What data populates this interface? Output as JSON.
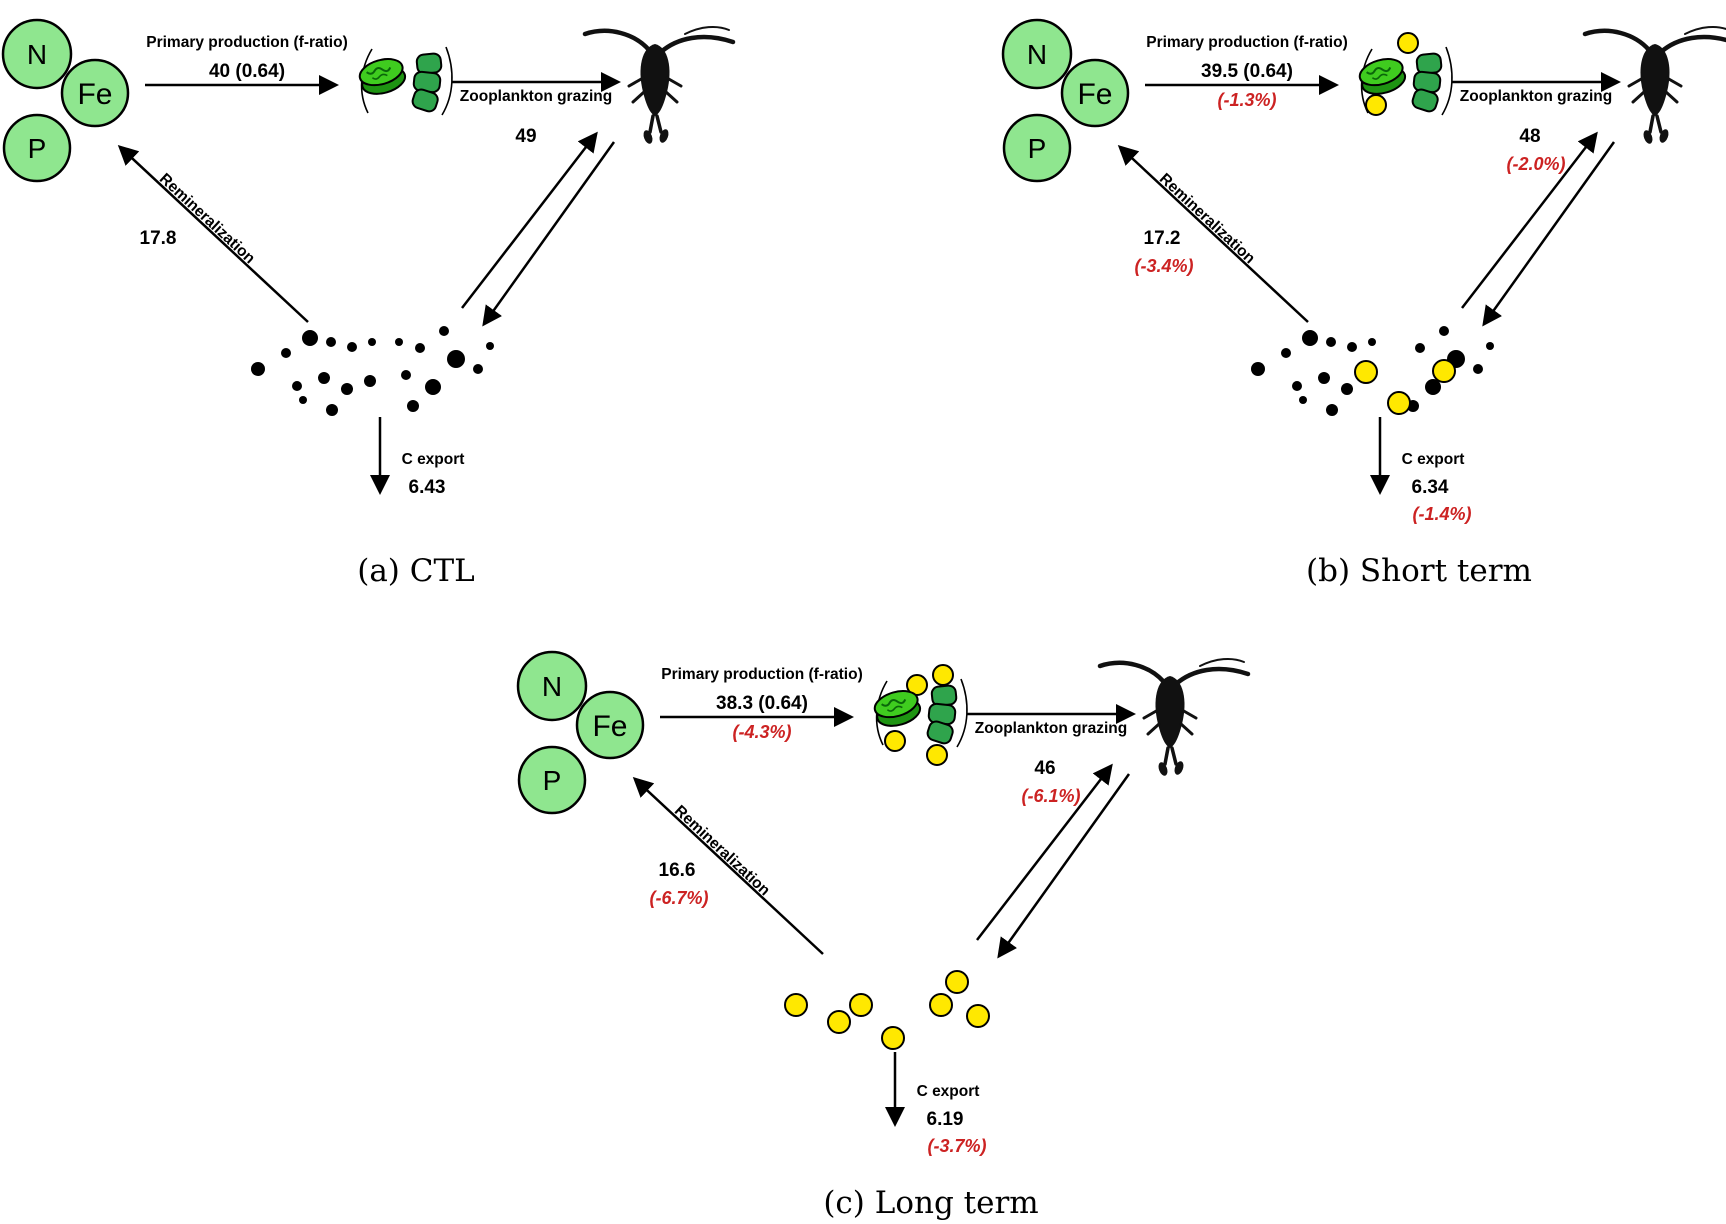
{
  "figure": {
    "background": "#ffffff",
    "colors": {
      "nutrient_green": "#8FE68F",
      "plastic_yellow": "#FFE800",
      "delta_red": "#CC2222",
      "diatom_top_green": "#3FCC1F",
      "diatom_side_green": "#1E9412",
      "chain_green": "#2FA44C",
      "ink": "#000000"
    },
    "nutrients": {
      "n": "N",
      "fe": "Fe",
      "p": "P"
    },
    "icons": {
      "diatom": "diatom-phytoplankton-icon",
      "copepod": "copepod-zooplankton-icon",
      "detritus": "detritus-particles",
      "microplastic": "microplastic-particles"
    },
    "panels": [
      {
        "caption": "(a) CTL",
        "primary_production": {
          "label": "Primary production (f-ratio)",
          "value": "40 (0.64)"
        },
        "zooplankton_grazing": {
          "label": "Zooplankton grazing",
          "value": "49"
        },
        "remineralization": {
          "label": "Remineralization",
          "value": "17.8"
        },
        "c_export": {
          "label": "C export",
          "value": "6.43"
        }
      },
      {
        "caption": "(b) Short term",
        "primary_production": {
          "label": "Primary production (f-ratio)",
          "value": "39.5 (0.64)",
          "delta": "(-1.3%)"
        },
        "zooplankton_grazing": {
          "label": "Zooplankton grazing",
          "value": "48",
          "delta": "(-2.0%)"
        },
        "remineralization": {
          "label": "Remineralization",
          "value": "17.2",
          "delta": "(-3.4%)"
        },
        "c_export": {
          "label": "C export",
          "value": "6.34",
          "delta": "(-1.4%)"
        }
      },
      {
        "caption": "(c) Long term",
        "primary_production": {
          "label": "Primary production (f-ratio)",
          "value": "38.3 (0.64)",
          "delta": "(-4.3%)"
        },
        "zooplankton_grazing": {
          "label": "Zooplankton grazing",
          "value": "46",
          "delta": "(-6.1%)"
        },
        "remineralization": {
          "label": "Remineralization",
          "value": "16.6",
          "delta": "(-6.7%)"
        },
        "c_export": {
          "label": "C export",
          "value": "6.19",
          "delta": "(-3.7%)"
        }
      }
    ]
  }
}
